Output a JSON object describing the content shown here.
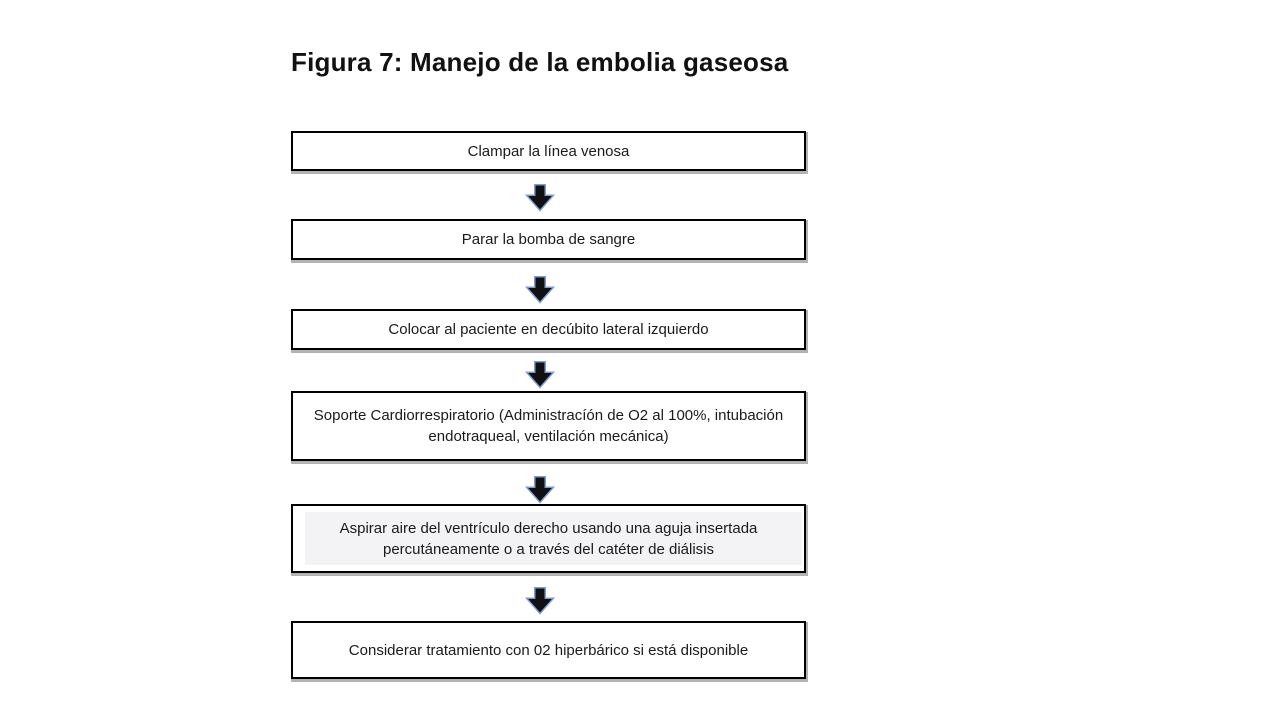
{
  "figure": {
    "title": "Figura 7: Manejo de la embolia gaseosa"
  },
  "flowchart": {
    "steps": [
      {
        "text": "Clampar la línea venosa"
      },
      {
        "text": "Parar la bomba de sangre"
      },
      {
        "text": "Colocar al paciente en decúbito lateral izquierdo"
      },
      {
        "text": "Soporte Cardiorrespiratorio (Administracíón de O2 al 100%, intubación endotraqueal, ventilación mecánica)"
      },
      {
        "text": "Aspirar aire del ventrículo derecho usando una aguja insertada percutáneamente o a través del catéter de diálisis"
      },
      {
        "text": "Considerar tratamiento con 02 hiperbárico si está disponible"
      }
    ],
    "connector": {
      "icon": "down-block-arrow",
      "glyph": "⬇"
    },
    "colors": {
      "background": "#ffffff",
      "box_border": "#000000",
      "box_shadow": "#b3b3b3",
      "text": "#1a1a1a",
      "arrow_fill": "#111111",
      "arrow_outline": "#7e9cd8",
      "step5_highlight": "#f3f3f5"
    }
  }
}
